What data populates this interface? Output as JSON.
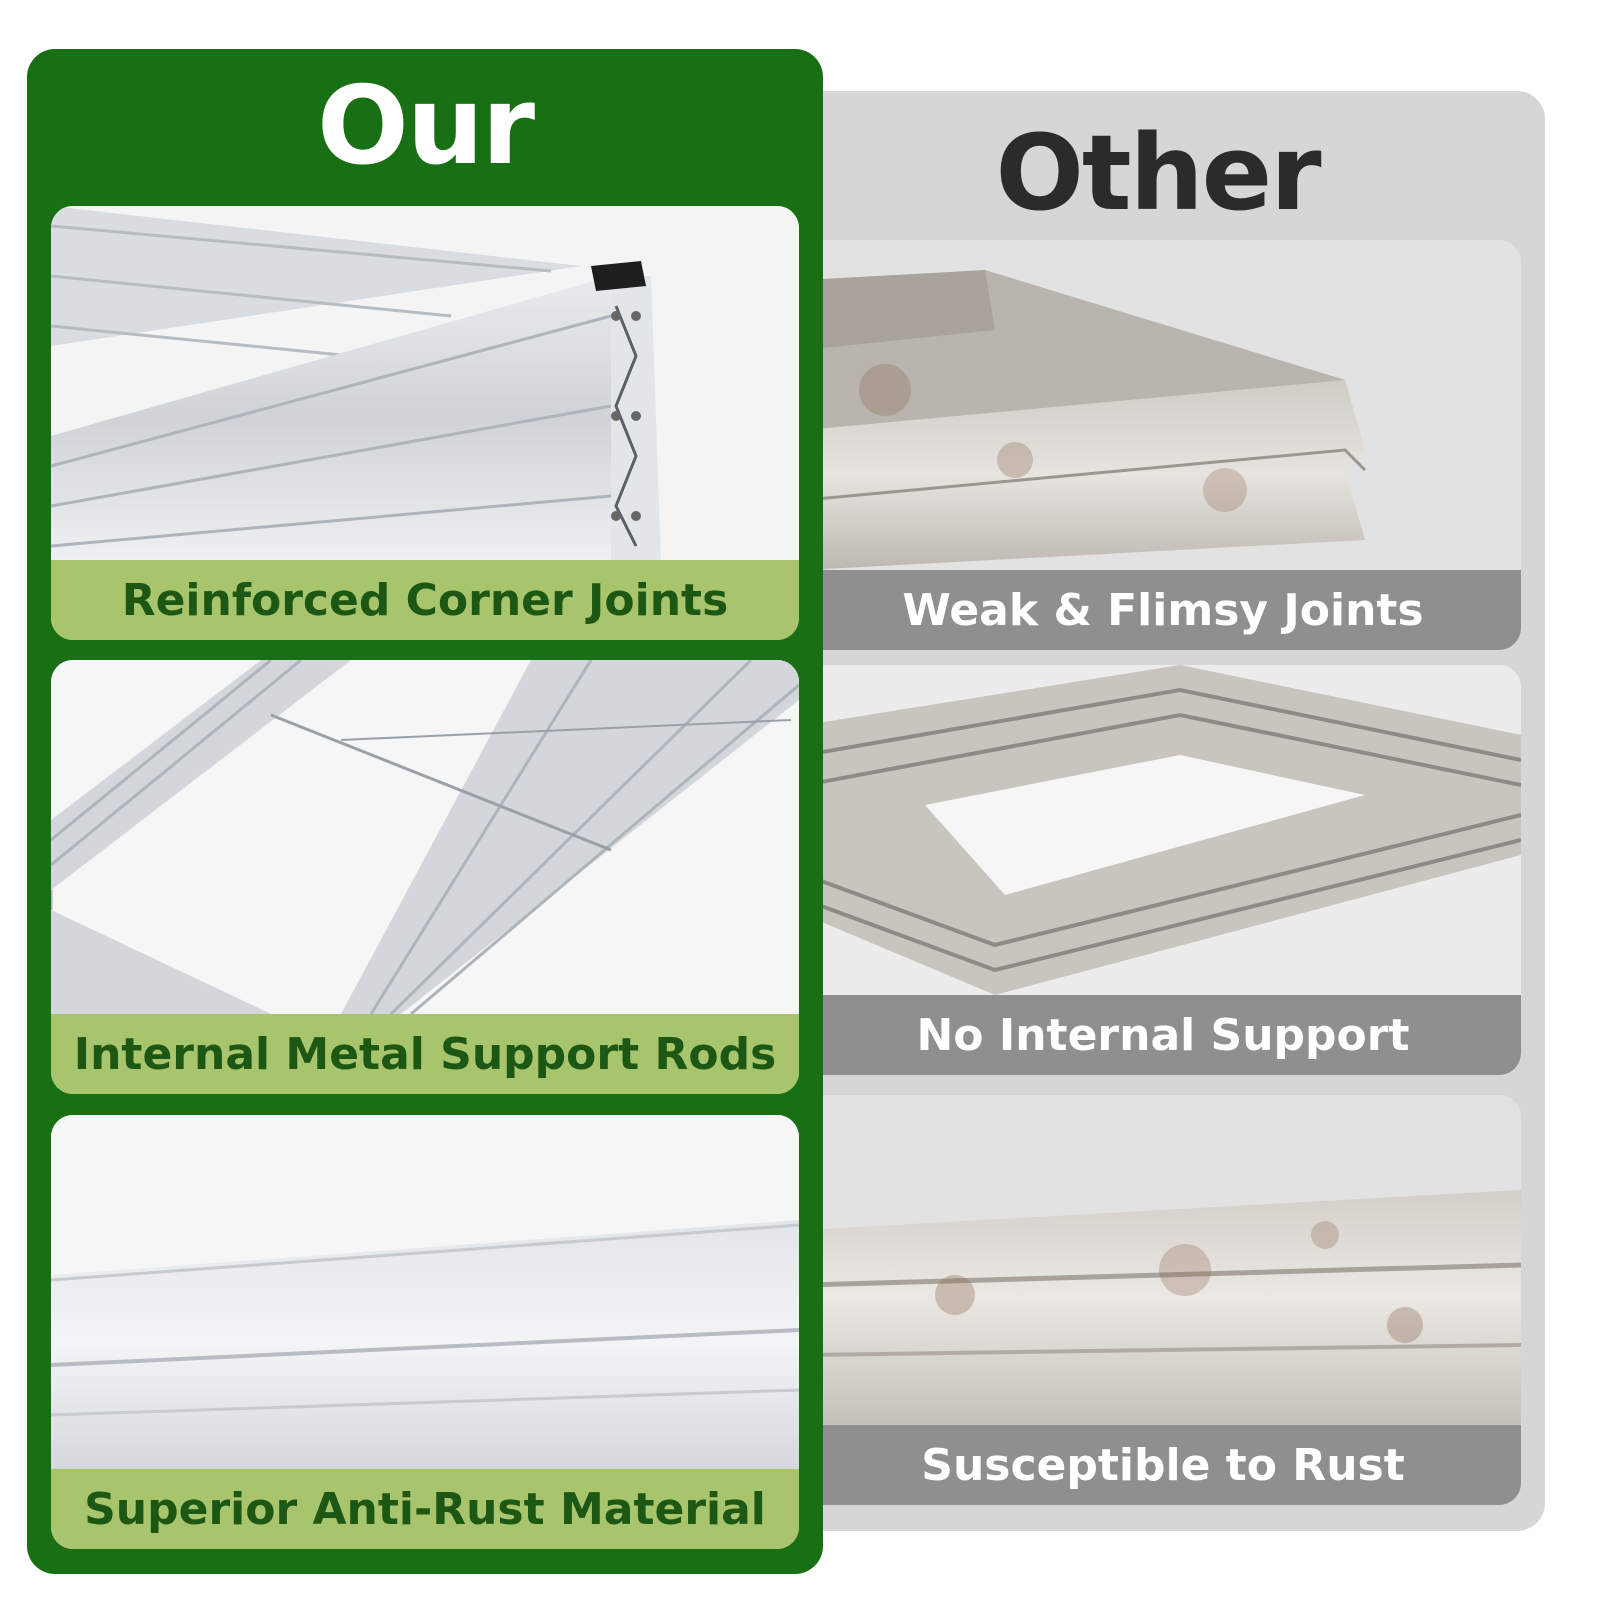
{
  "colors": {
    "our_green": "#196f13",
    "our_label_bg": "#a8c56e",
    "our_label_text": "#1c5713",
    "other_panel": "#d6d6d6",
    "other_label_bg": "#8f8f8f",
    "other_title": "#2b2b2b"
  },
  "our": {
    "title": "Our",
    "features": [
      {
        "label": "Reinforced Corner Joints",
        "image": "corner-joint-photo"
      },
      {
        "label": "Internal Metal Support Rods",
        "image": "support-rods-photo"
      },
      {
        "label": "Superior Anti-Rust Material",
        "image": "anti-rust-panel-photo"
      }
    ]
  },
  "other": {
    "title": "Other",
    "features": [
      {
        "label": "Weak & Flimsy Joints",
        "image": "flimsy-joint-photo"
      },
      {
        "label": "No Internal Support",
        "image": "no-support-frame-photo"
      },
      {
        "label": "Susceptible to Rust",
        "image": "rusty-panel-photo"
      }
    ]
  }
}
